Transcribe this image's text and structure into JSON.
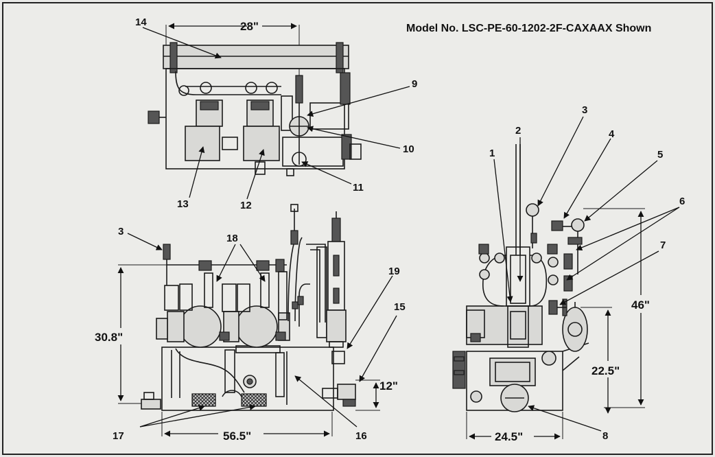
{
  "title": "Model No. LSC-PE-60-1202-2F-CAXAAX Shown",
  "dimensions": {
    "width_top": "28\"",
    "height_front": "30.8\"",
    "length_front": "56.5\"",
    "inlet_height": "12\"",
    "height_side": "46\"",
    "base_height_side": "22.5\"",
    "width_side": "24.5\""
  },
  "callouts": {
    "c1": "1",
    "c2": "2",
    "c3a": "3",
    "c3b": "3",
    "c4": "4",
    "c5": "5",
    "c6": "6",
    "c7": "7",
    "c8": "8",
    "c9": "9",
    "c10": "10",
    "c11": "11",
    "c12": "12",
    "c13": "13",
    "c14": "14",
    "c15": "15",
    "c16": "16",
    "c17": "17",
    "c18": "18",
    "c19": "19"
  }
}
